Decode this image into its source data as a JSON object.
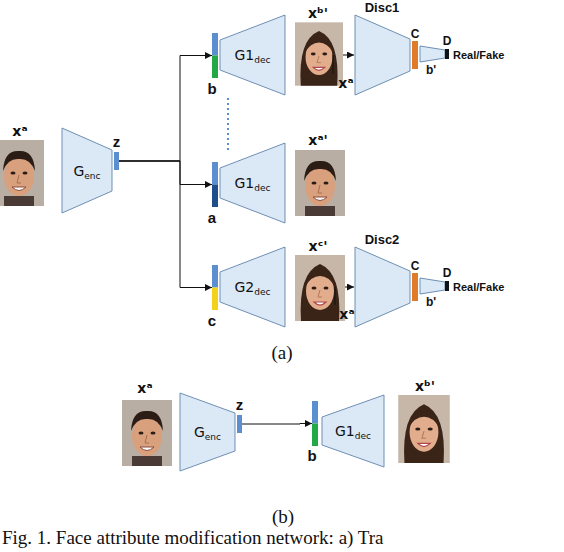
{
  "diagram": {
    "caption": "Fig. 1. Face attribute modification network: a) Tra",
    "nodes": [
      {
        "text": [
          "G",
          "enc"
        ]
      },
      {
        "text": [
          "z"
        ]
      },
      {
        "text": [
          "b"
        ]
      },
      {
        "text": [
          "G1",
          "dec"
        ]
      },
      {
        "text": [
          "Disc1"
        ]
      },
      {
        "text": [
          "C",
          "b'"
        ]
      },
      {
        "text": [
          "D",
          "Real/Fake"
        ]
      },
      {
        "text": [
          "a"
        ]
      },
      {
        "text": [
          "G1",
          "dec"
        ]
      },
      {
        "text": [
          "c"
        ]
      },
      {
        "text": [
          "G2",
          "dec"
        ]
      },
      {
        "text": [
          "Disc2"
        ]
      },
      {
        "text": [
          "C",
          "b'"
        ]
      },
      {
        "text": [
          "D",
          "Real/Fake"
        ]
      },
      {
        "text": [
          "G",
          "enc"
        ]
      },
      {
        "text": [
          "z"
        ]
      },
      {
        "text": [
          "b"
        ]
      },
      {
        "text": [
          "G1",
          "dec"
        ]
      }
    ],
    "edges": [
      {
        "from": 1,
        "to": 2,
        "arrow": "to"
      },
      {
        "from": 1,
        "to": 7,
        "arrow": "to"
      },
      {
        "from": 1,
        "to": 9,
        "arrow": "to"
      },
      {
        "from": 15,
        "to": 16,
        "arrow": "to"
      }
    ],
    "labels": [
      "xᵃ",
      "xᵇ'",
      "xᵃ",
      "xᵃ'",
      "xᶜ'",
      "xᵃ",
      "(a)",
      "xᵃ",
      "xᵇ'",
      "(b)"
    ]
  }
}
